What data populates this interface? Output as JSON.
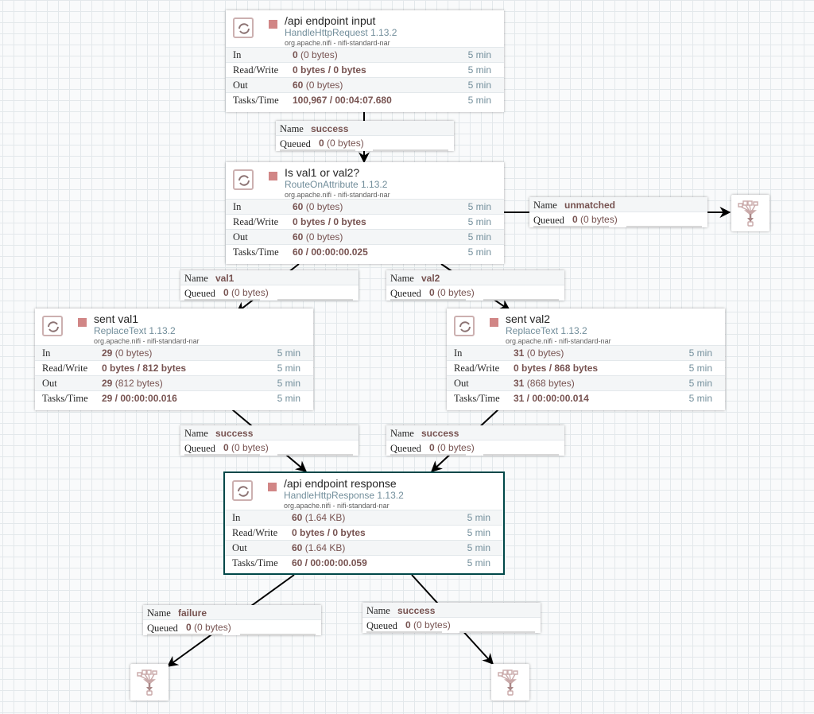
{
  "processors": [
    {
      "id": "p1",
      "name": "/api endpoint input",
      "type": "HandleHttpRequest 1.13.2",
      "bundle": "org.apache.nifi - nifi-standard-nar",
      "status": "stopped",
      "stats": [
        {
          "label": "In",
          "bold": "0",
          "rest": " (0 bytes)",
          "window": "5 min"
        },
        {
          "label": "Read/Write",
          "bold": "0 bytes / 0 bytes",
          "rest": "",
          "window": "5 min"
        },
        {
          "label": "Out",
          "bold": "60",
          "rest": " (0 bytes)",
          "window": "5 min"
        },
        {
          "label": "Tasks/Time",
          "bold": "100,967 / 00:04:07.680",
          "rest": "",
          "window": "5 min"
        }
      ]
    },
    {
      "id": "p2",
      "name": "Is val1 or val2?",
      "type": "RouteOnAttribute 1.13.2",
      "bundle": "org.apache.nifi - nifi-standard-nar",
      "status": "stopped",
      "stats": [
        {
          "label": "In",
          "bold": "60",
          "rest": " (0 bytes)",
          "window": "5 min"
        },
        {
          "label": "Read/Write",
          "bold": "0 bytes / 0 bytes",
          "rest": "",
          "window": "5 min"
        },
        {
          "label": "Out",
          "bold": "60",
          "rest": " (0 bytes)",
          "window": "5 min"
        },
        {
          "label": "Tasks/Time",
          "bold": "60 / 00:00:00.025",
          "rest": "",
          "window": "5 min"
        }
      ]
    },
    {
      "id": "p3",
      "name": "sent val1",
      "type": "ReplaceText 1.13.2",
      "bundle": "org.apache.nifi - nifi-standard-nar",
      "status": "stopped",
      "stats": [
        {
          "label": "In",
          "bold": "29",
          "rest": " (0 bytes)",
          "window": "5 min"
        },
        {
          "label": "Read/Write",
          "bold": "0 bytes / 812 bytes",
          "rest": "",
          "window": "5 min"
        },
        {
          "label": "Out",
          "bold": "29",
          "rest": " (812 bytes)",
          "window": "5 min"
        },
        {
          "label": "Tasks/Time",
          "bold": "29 / 00:00:00.016",
          "rest": "",
          "window": "5 min"
        }
      ]
    },
    {
      "id": "p4",
      "name": "sent val2",
      "type": "ReplaceText 1.13.2",
      "bundle": "org.apache.nifi - nifi-standard-nar",
      "status": "stopped",
      "stats": [
        {
          "label": "In",
          "bold": "31",
          "rest": " (0 bytes)",
          "window": "5 min"
        },
        {
          "label": "Read/Write",
          "bold": "0 bytes / 868 bytes",
          "rest": "",
          "window": "5 min"
        },
        {
          "label": "Out",
          "bold": "31",
          "rest": " (868 bytes)",
          "window": "5 min"
        },
        {
          "label": "Tasks/Time",
          "bold": "31 / 00:00:00.014",
          "rest": "",
          "window": "5 min"
        }
      ]
    },
    {
      "id": "p5",
      "name": "/api endpoint response",
      "type": "HandleHttpResponse 1.13.2",
      "bundle": "org.apache.nifi - nifi-standard-nar",
      "status": "stopped",
      "selected": true,
      "stats": [
        {
          "label": "In",
          "bold": "60",
          "rest": " (1.64 KB)",
          "window": "5 min"
        },
        {
          "label": "Read/Write",
          "bold": "0 bytes / 0 bytes",
          "rest": "",
          "window": "5 min"
        },
        {
          "label": "Out",
          "bold": "60",
          "rest": " (1.64 KB)",
          "window": "5 min"
        },
        {
          "label": "Tasks/Time",
          "bold": "60 / 00:00:00.059",
          "rest": "",
          "window": "5 min"
        }
      ]
    }
  ],
  "connections": [
    {
      "id": "c1",
      "name_label": "Name",
      "name": "success",
      "queued_label": "Queued",
      "queued_count": "0",
      "queued_size": " (0 bytes)",
      "from": "p1",
      "to": "p2"
    },
    {
      "id": "c2",
      "name_label": "Name",
      "name": "unmatched",
      "queued_label": "Queued",
      "queued_count": "0",
      "queued_size": " (0 bytes)",
      "from": "p2",
      "to": "f1"
    },
    {
      "id": "c3",
      "name_label": "Name",
      "name": "val1",
      "queued_label": "Queued",
      "queued_count": "0",
      "queued_size": " (0 bytes)",
      "from": "p2",
      "to": "p3"
    },
    {
      "id": "c4",
      "name_label": "Name",
      "name": "val2",
      "queued_label": "Queued",
      "queued_count": "0",
      "queued_size": " (0 bytes)",
      "from": "p2",
      "to": "p4"
    },
    {
      "id": "c5",
      "name_label": "Name",
      "name": "success",
      "queued_label": "Queued",
      "queued_count": "0",
      "queued_size": " (0 bytes)",
      "from": "p3",
      "to": "p5"
    },
    {
      "id": "c6",
      "name_label": "Name",
      "name": "success",
      "queued_label": "Queued",
      "queued_count": "0",
      "queued_size": " (0 bytes)",
      "from": "p4",
      "to": "p5"
    },
    {
      "id": "c7",
      "name_label": "Name",
      "name": "failure",
      "queued_label": "Queued",
      "queued_count": "0",
      "queued_size": " (0 bytes)",
      "from": "p5",
      "to": "f2"
    },
    {
      "id": "c8",
      "name_label": "Name",
      "name": "success",
      "queued_label": "Queued",
      "queued_count": "0",
      "queued_size": " (0 bytes)",
      "from": "p5",
      "to": "f3"
    }
  ],
  "funnels": [
    {
      "id": "f1",
      "icon": "funnel-icon"
    },
    {
      "id": "f2",
      "icon": "funnel-icon"
    },
    {
      "id": "f3",
      "icon": "funnel-icon"
    }
  ],
  "colors": {
    "stopped": "#d18686",
    "value_text": "#775351",
    "type_text": "#728e9b",
    "selected_border": "#004849"
  }
}
